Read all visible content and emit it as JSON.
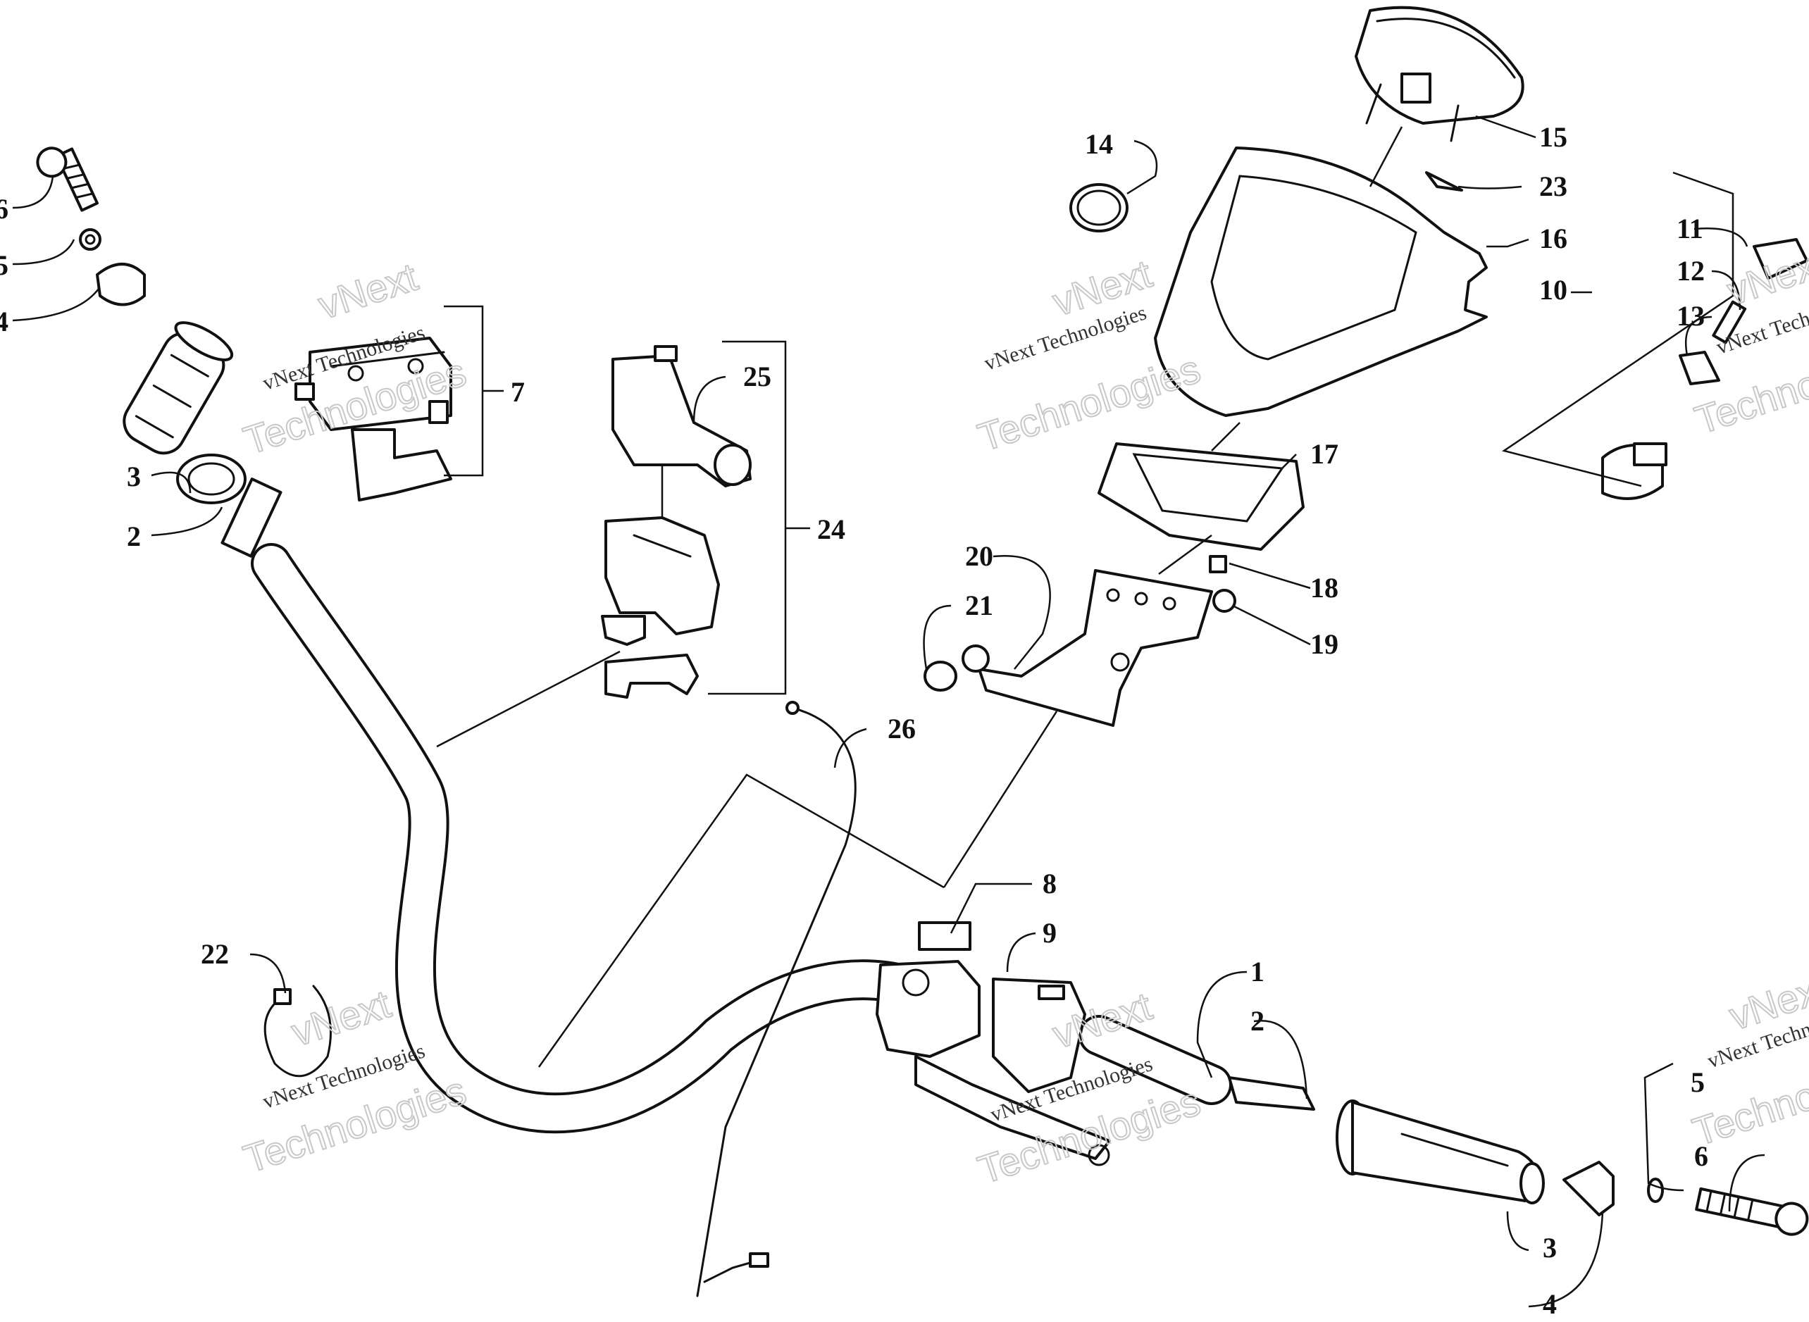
{
  "watermark": {
    "line1": "vNext",
    "line2": "vNext Technologies",
    "line3": "Technologies"
  },
  "callouts": [
    "1",
    "2",
    "3",
    "4",
    "5",
    "6",
    "7",
    "8",
    "9",
    "10",
    "11",
    "12",
    "13",
    "14",
    "15",
    "16",
    "17",
    "18",
    "19",
    "20",
    "21",
    "22",
    "23",
    "24",
    "25",
    "26"
  ],
  "colors": {
    "ink": "#111111",
    "background": "#ffffff",
    "watermark": "#c8c8c8"
  }
}
